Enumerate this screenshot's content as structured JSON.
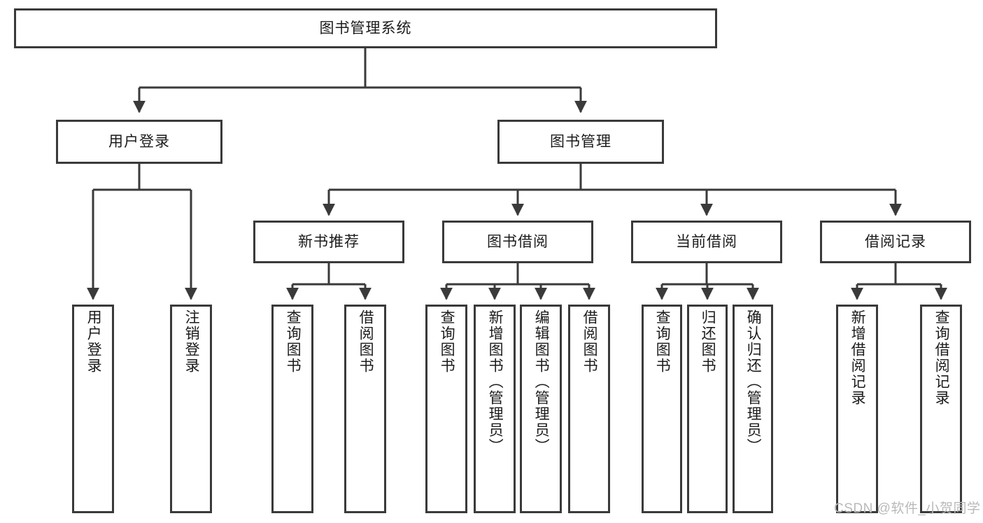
{
  "diagram": {
    "type": "tree",
    "title": "图书管理系统",
    "root": {
      "label": "图书管理系统"
    },
    "level1": [
      {
        "label": "用户登录"
      },
      {
        "label": "图书管理"
      }
    ],
    "level2": [
      {
        "label": "新书推荐"
      },
      {
        "label": "图书借阅"
      },
      {
        "label": "当前借阅"
      },
      {
        "label": "借阅记录"
      }
    ],
    "leaves": {
      "user_login": [
        {
          "label": "用户登录"
        },
        {
          "label": "注销登录"
        }
      ],
      "new_book_recommend": [
        {
          "label": "查询图书"
        },
        {
          "label": "借阅图书"
        }
      ],
      "book_borrow": [
        {
          "label": "查询图书"
        },
        {
          "label": "新增图书（管理员）"
        },
        {
          "label": "编辑图书（管理员）"
        },
        {
          "label": "借阅图书"
        }
      ],
      "current_borrow": [
        {
          "label": "查询图书"
        },
        {
          "label": "归还图书"
        },
        {
          "label": "确认归还（管理员）"
        }
      ],
      "borrow_record": [
        {
          "label": "新增借阅记录"
        },
        {
          "label": "查询借阅记录"
        }
      ]
    }
  },
  "watermark": {
    "text": "CSDN @软件_小贺同学"
  },
  "colors": {
    "border": "#3a3a3a",
    "background": "#ffffff",
    "text": "#1b1b1b",
    "watermark": "#b9b9b9"
  }
}
